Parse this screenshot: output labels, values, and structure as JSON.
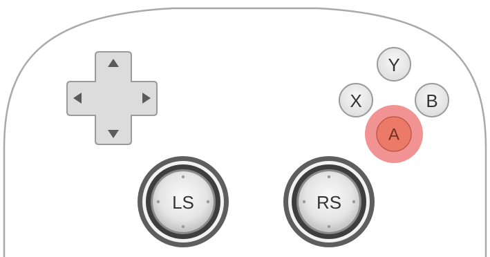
{
  "controller": {
    "face_buttons": {
      "y": {
        "label": "Y",
        "highlighted": false
      },
      "x": {
        "label": "X",
        "highlighted": false
      },
      "b": {
        "label": "B",
        "highlighted": false
      },
      "a": {
        "label": "A",
        "highlighted": true
      }
    },
    "sticks": {
      "left": {
        "label": "LS"
      },
      "right": {
        "label": "RS"
      }
    },
    "dpad": {
      "directions": [
        "up",
        "down",
        "left",
        "right"
      ]
    },
    "colors": {
      "body_outline": "#a9a9a9",
      "button_fill": "#e6e6e6",
      "button_outline": "#9a9a9a",
      "highlight": "#f08080",
      "highlight_inner": "#e8705c",
      "label_dark": "#333333"
    }
  }
}
